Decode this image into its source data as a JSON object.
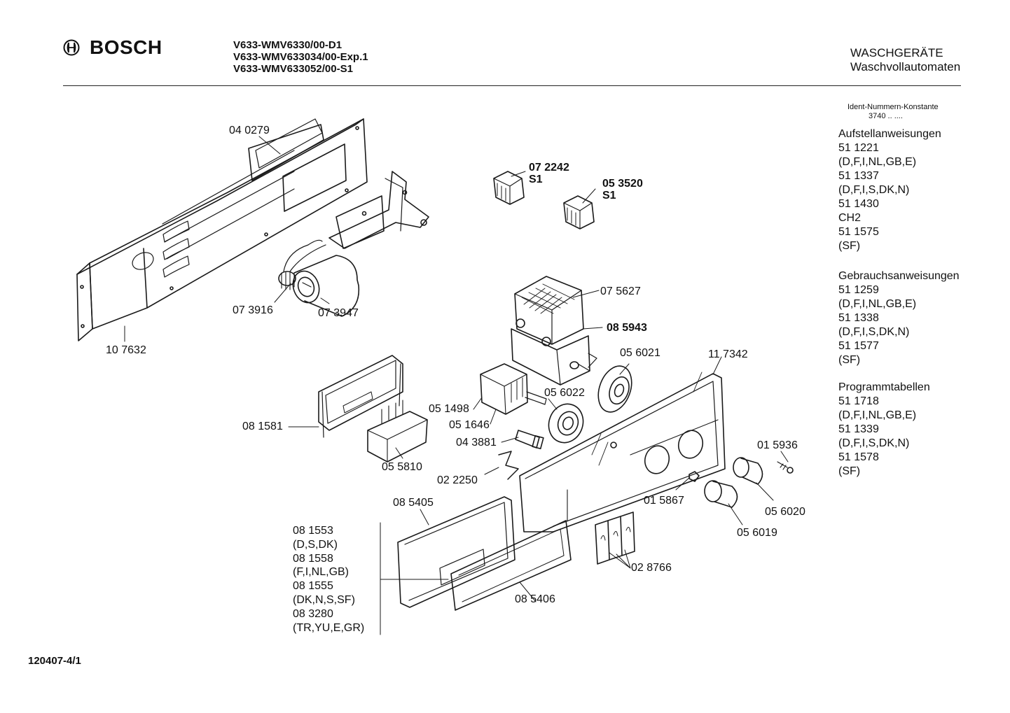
{
  "header": {
    "brand": "BOSCH",
    "models": [
      "V633-WMV6330/00-D1",
      "V633-WMV633034/00-Exp.1",
      "V633-WMV633052/00-S1"
    ],
    "category": "WASCHGERÄTE",
    "subcategory": "Waschvollautomaten"
  },
  "ident": {
    "label": "Ident-Nummern-Konstante",
    "value": "3740 .. ...."
  },
  "documents": {
    "aufstell": {
      "title": "Aufstellanweisungen",
      "lines": [
        "51 1221",
        "(D,F,I,NL,GB,E)",
        "51 1337",
        "(D,F,I,S,DK,N)",
        "51 1430",
        "CH2",
        "51 1575",
        "(SF)"
      ]
    },
    "gebrauch": {
      "title": "Gebrauchsanweisungen",
      "lines": [
        "51 1259",
        "(D,F,I,NL,GB,E)",
        "51 1338",
        "(D,F,I,S,DK,N)",
        "51 1577",
        "(SF)"
      ]
    },
    "programm": {
      "title": "Programmtabellen",
      "lines": [
        "51 1718",
        "(D,F,I,NL,GB,E)",
        "51 1339",
        "(D,F,I,S,DK,N)",
        "51 1578",
        "(SF)"
      ]
    }
  },
  "parts": {
    "p040279": "04 0279",
    "p107632": "10 7632",
    "p073916": "07 3916",
    "p073947": "07 3947",
    "p072242": "07 2242",
    "p072242s": "S1",
    "p053520": "05 3520",
    "p053520s": "S1",
    "p075627": "07 5627",
    "p085943": "08 5943",
    "p056021": "05 6021",
    "p117342": "11 7342",
    "p056022": "05 6022",
    "p051498": "05 1498",
    "p051646": "05 1646",
    "p081581": "08 1581",
    "p043881": "04 3881",
    "p055810": "05 5810",
    "p022250": "02 2250",
    "p015936": "01 5936",
    "p015867": "01 5867",
    "p056020": "05 6020",
    "p056019": "05 6019",
    "p085405": "08 5405",
    "p085406": "08 5406",
    "p028766": "02 8766"
  },
  "panel_variants": [
    "08 1553",
    "(D,S,DK)",
    "08 1558",
    "(F,I,NL,GB)",
    "08 1555",
    "(DK,N,S,SF)",
    "08 3280",
    "(TR,YU,E,GR)"
  ],
  "footer": {
    "drawing_number": "120407-4/1"
  }
}
